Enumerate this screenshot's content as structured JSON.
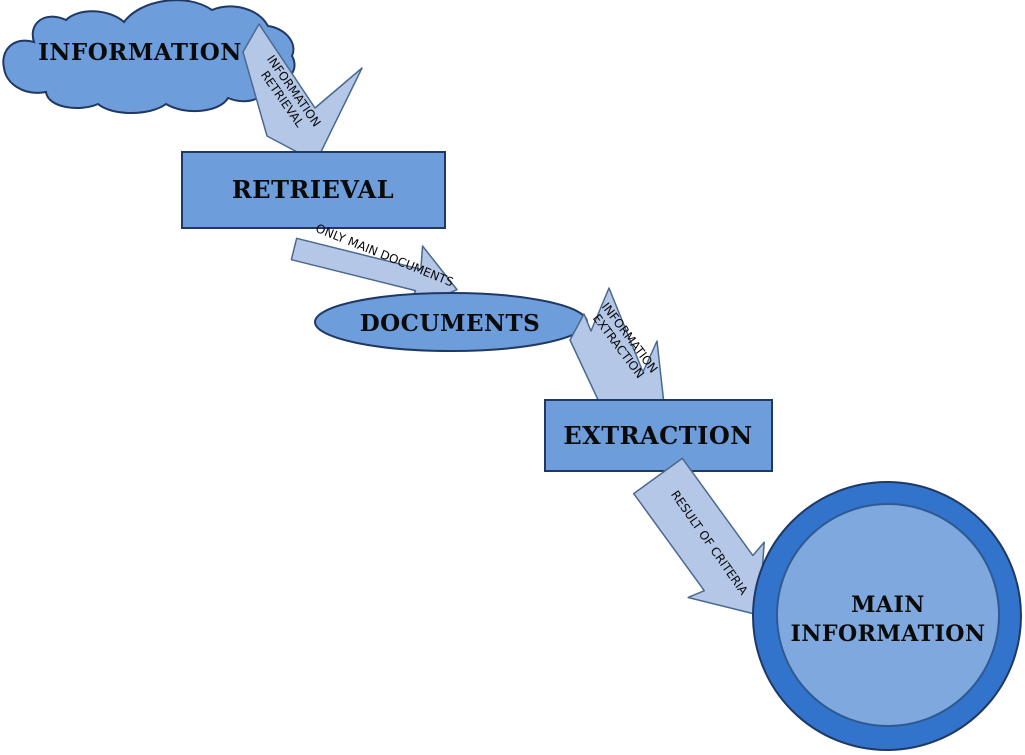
{
  "diagram": {
    "type": "flow-diagram",
    "background": "#ffffff",
    "palette": {
      "node_fill": "#6d9ddb",
      "node_stroke": "#1f3864",
      "arrow_fill": "#b4c7e7",
      "arrow_stroke": "#4a6990",
      "outer_circle_fill": "#3273cc",
      "inner_circle_fill": "#7fa8de",
      "label_color": "#0a0a0a"
    },
    "nodes": [
      {
        "id": "information-source",
        "shape": "cloud",
        "label": "INFORMATION"
      },
      {
        "id": "retrieval",
        "shape": "rectangle",
        "label": "RETRIEVAL"
      },
      {
        "id": "documents",
        "shape": "ellipse",
        "label": "DOCUMENTS"
      },
      {
        "id": "extraction",
        "shape": "rectangle",
        "label": "EXTRACTION"
      },
      {
        "id": "main-information",
        "shape": "double-circle",
        "label": "MAIN INFORMATION",
        "lines": [
          "MAIN",
          "INFORMATION"
        ]
      }
    ],
    "edges": [
      {
        "from": "information-source",
        "to": "retrieval",
        "label": "INFORMATION RETRIEVAL",
        "lines": [
          "INFORMATION",
          "RETRIEVAL"
        ]
      },
      {
        "from": "retrieval",
        "to": "documents",
        "label": "ONLY MAIN DOCUMENTS",
        "lines": [
          "ONLY MAIN DOCUMENTS"
        ]
      },
      {
        "from": "documents",
        "to": "extraction",
        "label": "INFORMATION EXTRACTION",
        "lines": [
          "INFORMATION",
          "EXTRACTION"
        ]
      },
      {
        "from": "extraction",
        "to": "main-information",
        "label": "RESULT OF CRITERIA",
        "lines": [
          "RESULT OF CRITERIA"
        ]
      }
    ]
  }
}
